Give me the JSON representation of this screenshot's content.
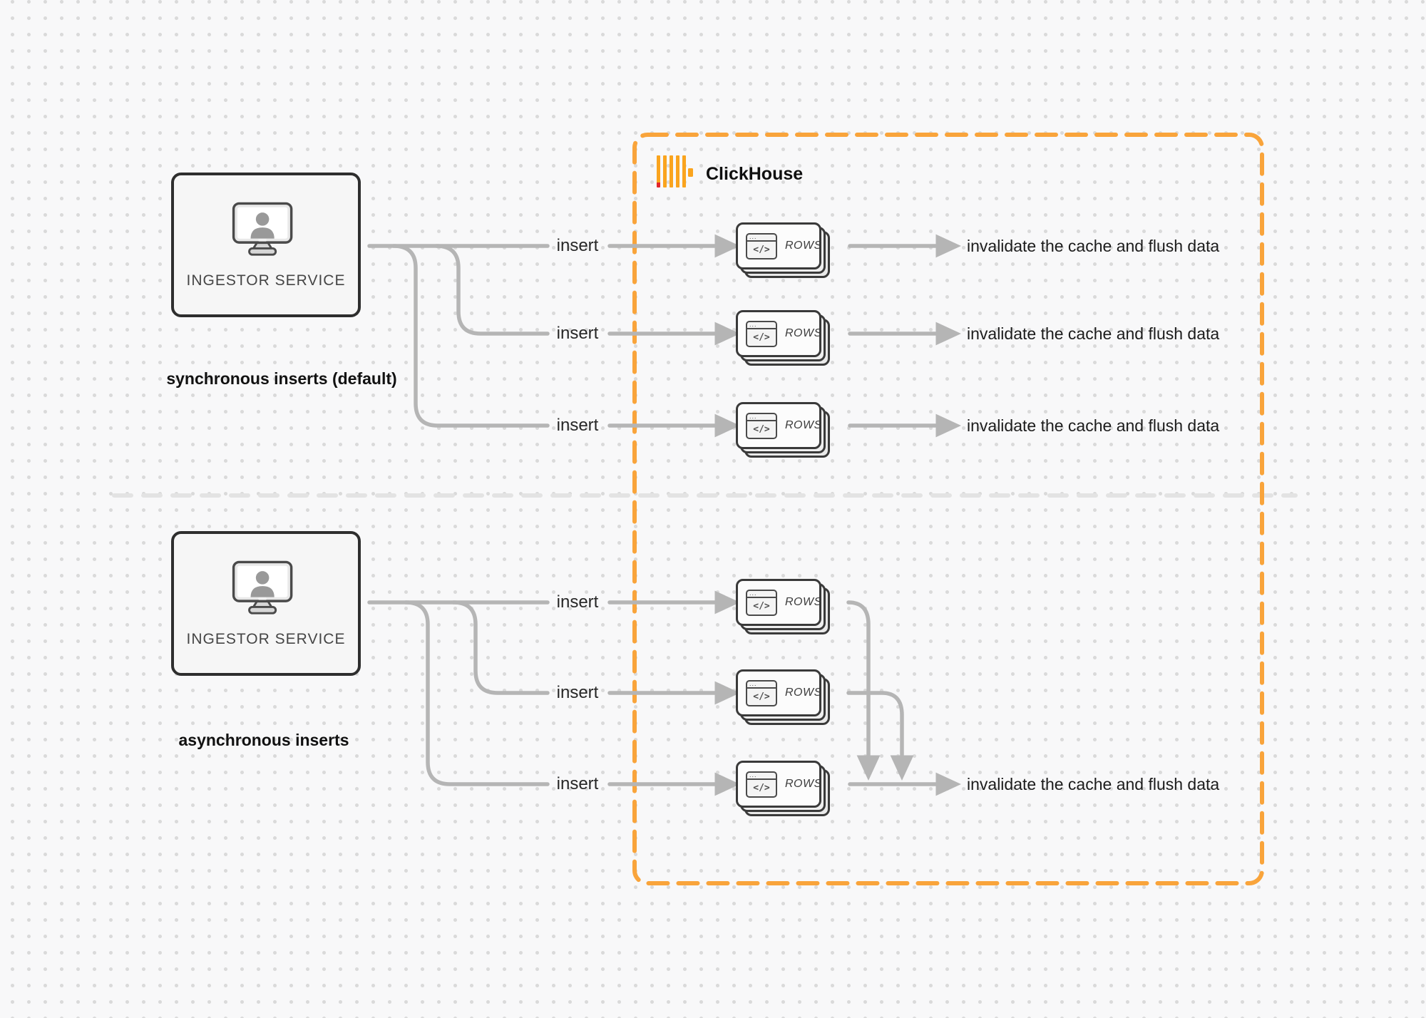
{
  "clickhouse": {
    "label": "ClickHouse"
  },
  "sync": {
    "service": {
      "label": "INGESTOR SERVICE"
    },
    "caption": "synchronous inserts (default)",
    "rows": [
      {
        "insert": "insert",
        "card": "ROWS",
        "result": "invalidate the cache and flush data"
      },
      {
        "insert": "insert",
        "card": "ROWS",
        "result": "invalidate the cache and flush data"
      },
      {
        "insert": "insert",
        "card": "ROWS",
        "result": "invalidate the cache and flush data"
      }
    ]
  },
  "async": {
    "service": {
      "label": "INGESTOR SERVICE"
    },
    "caption": "asynchronous inserts",
    "rows": [
      {
        "insert": "insert",
        "card": "ROWS"
      },
      {
        "insert": "insert",
        "card": "ROWS"
      },
      {
        "insert": "insert",
        "card": "ROWS",
        "result": "invalidate the cache and flush data"
      }
    ]
  },
  "icons": {
    "code": "</>",
    "browser_dots": "..."
  },
  "colors": {
    "accent_orange": "#F9A43B",
    "logo_yellow": "#FAA41E",
    "logo_red": "#E2262B",
    "connector_gray": "#b5b5b5",
    "divider_gray": "#e3e3e3",
    "box_border_dark": "#2e2e2e"
  }
}
